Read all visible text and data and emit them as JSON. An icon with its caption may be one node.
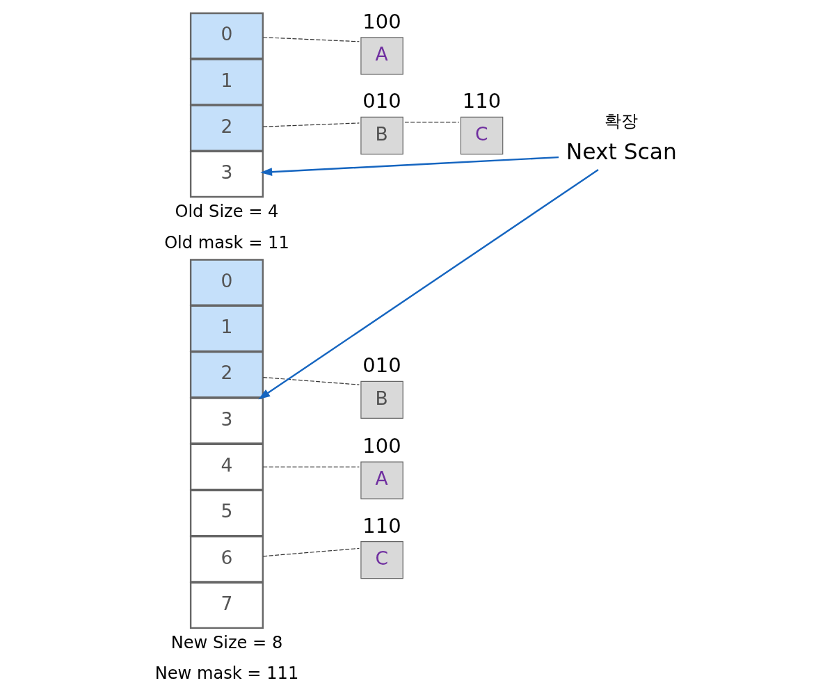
{
  "diagram": {
    "nodes": [
      {
        "text": [
          "0"
        ]
      },
      {
        "text": [
          "1"
        ]
      },
      {
        "text": [
          "2"
        ]
      },
      {
        "text": [
          "3"
        ]
      },
      {
        "text": [
          "A"
        ],
        "beside": [
          "100"
        ]
      },
      {
        "text": [
          "B"
        ],
        "beside": [
          "010"
        ]
      },
      {
        "text": [
          "C"
        ],
        "beside": [
          "110"
        ]
      },
      {
        "text": [
          "0"
        ]
      },
      {
        "text": [
          "1"
        ]
      },
      {
        "text": [
          "2"
        ]
      },
      {
        "text": [
          "3"
        ]
      },
      {
        "text": [
          "4"
        ]
      },
      {
        "text": [
          "5"
        ]
      },
      {
        "text": [
          "6"
        ]
      },
      {
        "text": [
          "7"
        ]
      },
      {
        "text": [
          "B"
        ],
        "beside": [
          "010"
        ]
      },
      {
        "text": [
          "A"
        ],
        "beside": [
          "100"
        ]
      },
      {
        "text": [
          "C"
        ],
        "beside": [
          "110"
        ]
      },
      {
        "text": [
          "Next Scan"
        ]
      }
    ],
    "edges": [
      {
        "from": 0,
        "to": 4,
        "arrow": "none",
        "style": "dashed"
      },
      {
        "from": 2,
        "to": 5,
        "arrow": "none",
        "style": "dashed"
      },
      {
        "from": 5,
        "to": 6,
        "arrow": "none",
        "style": "dashed"
      },
      {
        "from": 18,
        "to": 3,
        "arrow": "to",
        "color": "#1565c0"
      },
      {
        "from": 18,
        "to": 10,
        "arrow": "to",
        "color": "#1565c0"
      },
      {
        "from": 9,
        "to": 15,
        "arrow": "none",
        "style": "dashed"
      },
      {
        "from": 11,
        "to": 16,
        "arrow": "none",
        "style": "dashed"
      },
      {
        "from": 13,
        "to": 17,
        "arrow": "none",
        "style": "dashed"
      }
    ],
    "labels": [
      "Old Size = 4",
      "Old mask = 11",
      "확장",
      "New Size = 8",
      "New mask = 111"
    ]
  }
}
